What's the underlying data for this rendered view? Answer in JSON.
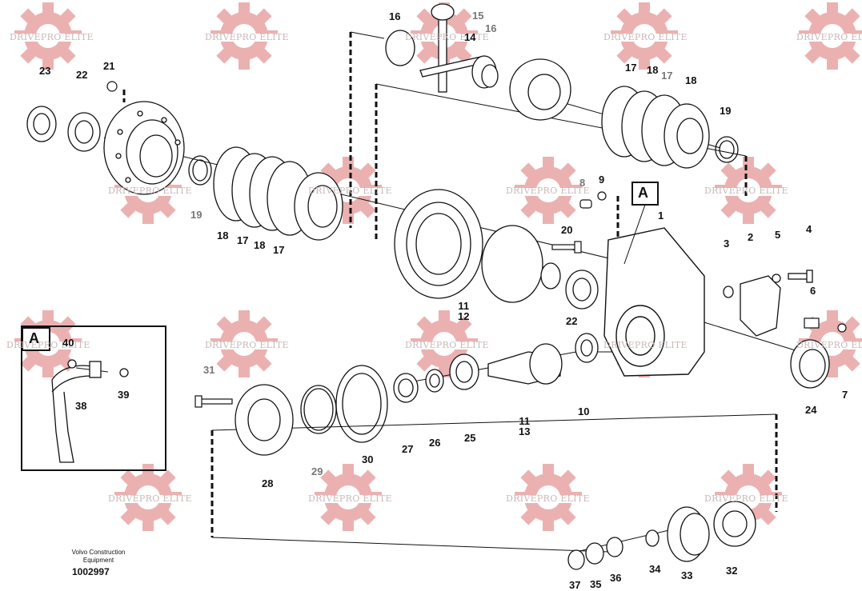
{
  "watermark": {
    "text": "DRIVEPRO ELITE",
    "color": "#e8a7a7"
  },
  "detail_label": "A",
  "brand": {
    "line1": "Volvo Construction",
    "line2": "Equipment"
  },
  "doc_number": "1002997",
  "callouts": {
    "c1": "1",
    "c2": "2",
    "c3": "3",
    "c4": "4",
    "c5": "5",
    "c6": "6",
    "c7": "7",
    "c8": "8",
    "c9": "9",
    "c10": "10",
    "c11a": "11",
    "c11b": "11",
    "c12": "12",
    "c13": "13",
    "c14": "14",
    "c15": "15",
    "c16a": "16",
    "c16b": "16",
    "c17a": "17",
    "c17b": "17",
    "c17c": "17",
    "c17d": "17",
    "c18a": "18",
    "c18b": "18",
    "c18c": "18",
    "c18d": "18",
    "c19a": "19",
    "c19b": "19",
    "c20": "20",
    "c21": "21",
    "c22a": "22",
    "c22b": "22",
    "c23": "23",
    "c24": "24",
    "c25": "25",
    "c26": "26",
    "c27": "27",
    "c28": "28",
    "c29": "29",
    "c30": "30",
    "c31": "31",
    "c32": "32",
    "c33": "33",
    "c34": "34",
    "c35": "35",
    "c36": "36",
    "c37": "37",
    "c38": "38",
    "c39": "39",
    "c40": "40"
  }
}
